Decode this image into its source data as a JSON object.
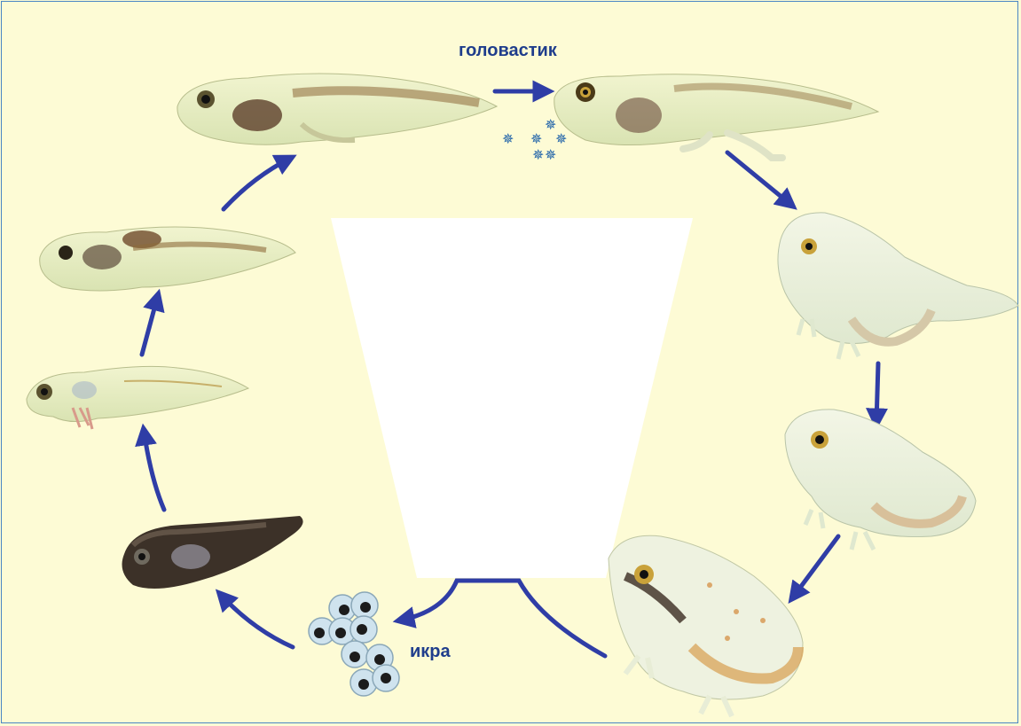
{
  "labels": {
    "tadpole": "головастик",
    "eggs": "икра"
  },
  "colors": {
    "background": "#fdfbd5",
    "arrow": "#2f3da6",
    "label": "#1f3d8c",
    "border": "#4a86c4",
    "sparkle": "#1b5fa8"
  },
  "stages": [
    "eggs",
    "embryo",
    "young-tadpole-with-gills",
    "tadpole",
    "large-tadpole",
    "tadpole-with-hind-legs",
    "froglet-with-tail",
    "young-frog",
    "adult-frog"
  ]
}
